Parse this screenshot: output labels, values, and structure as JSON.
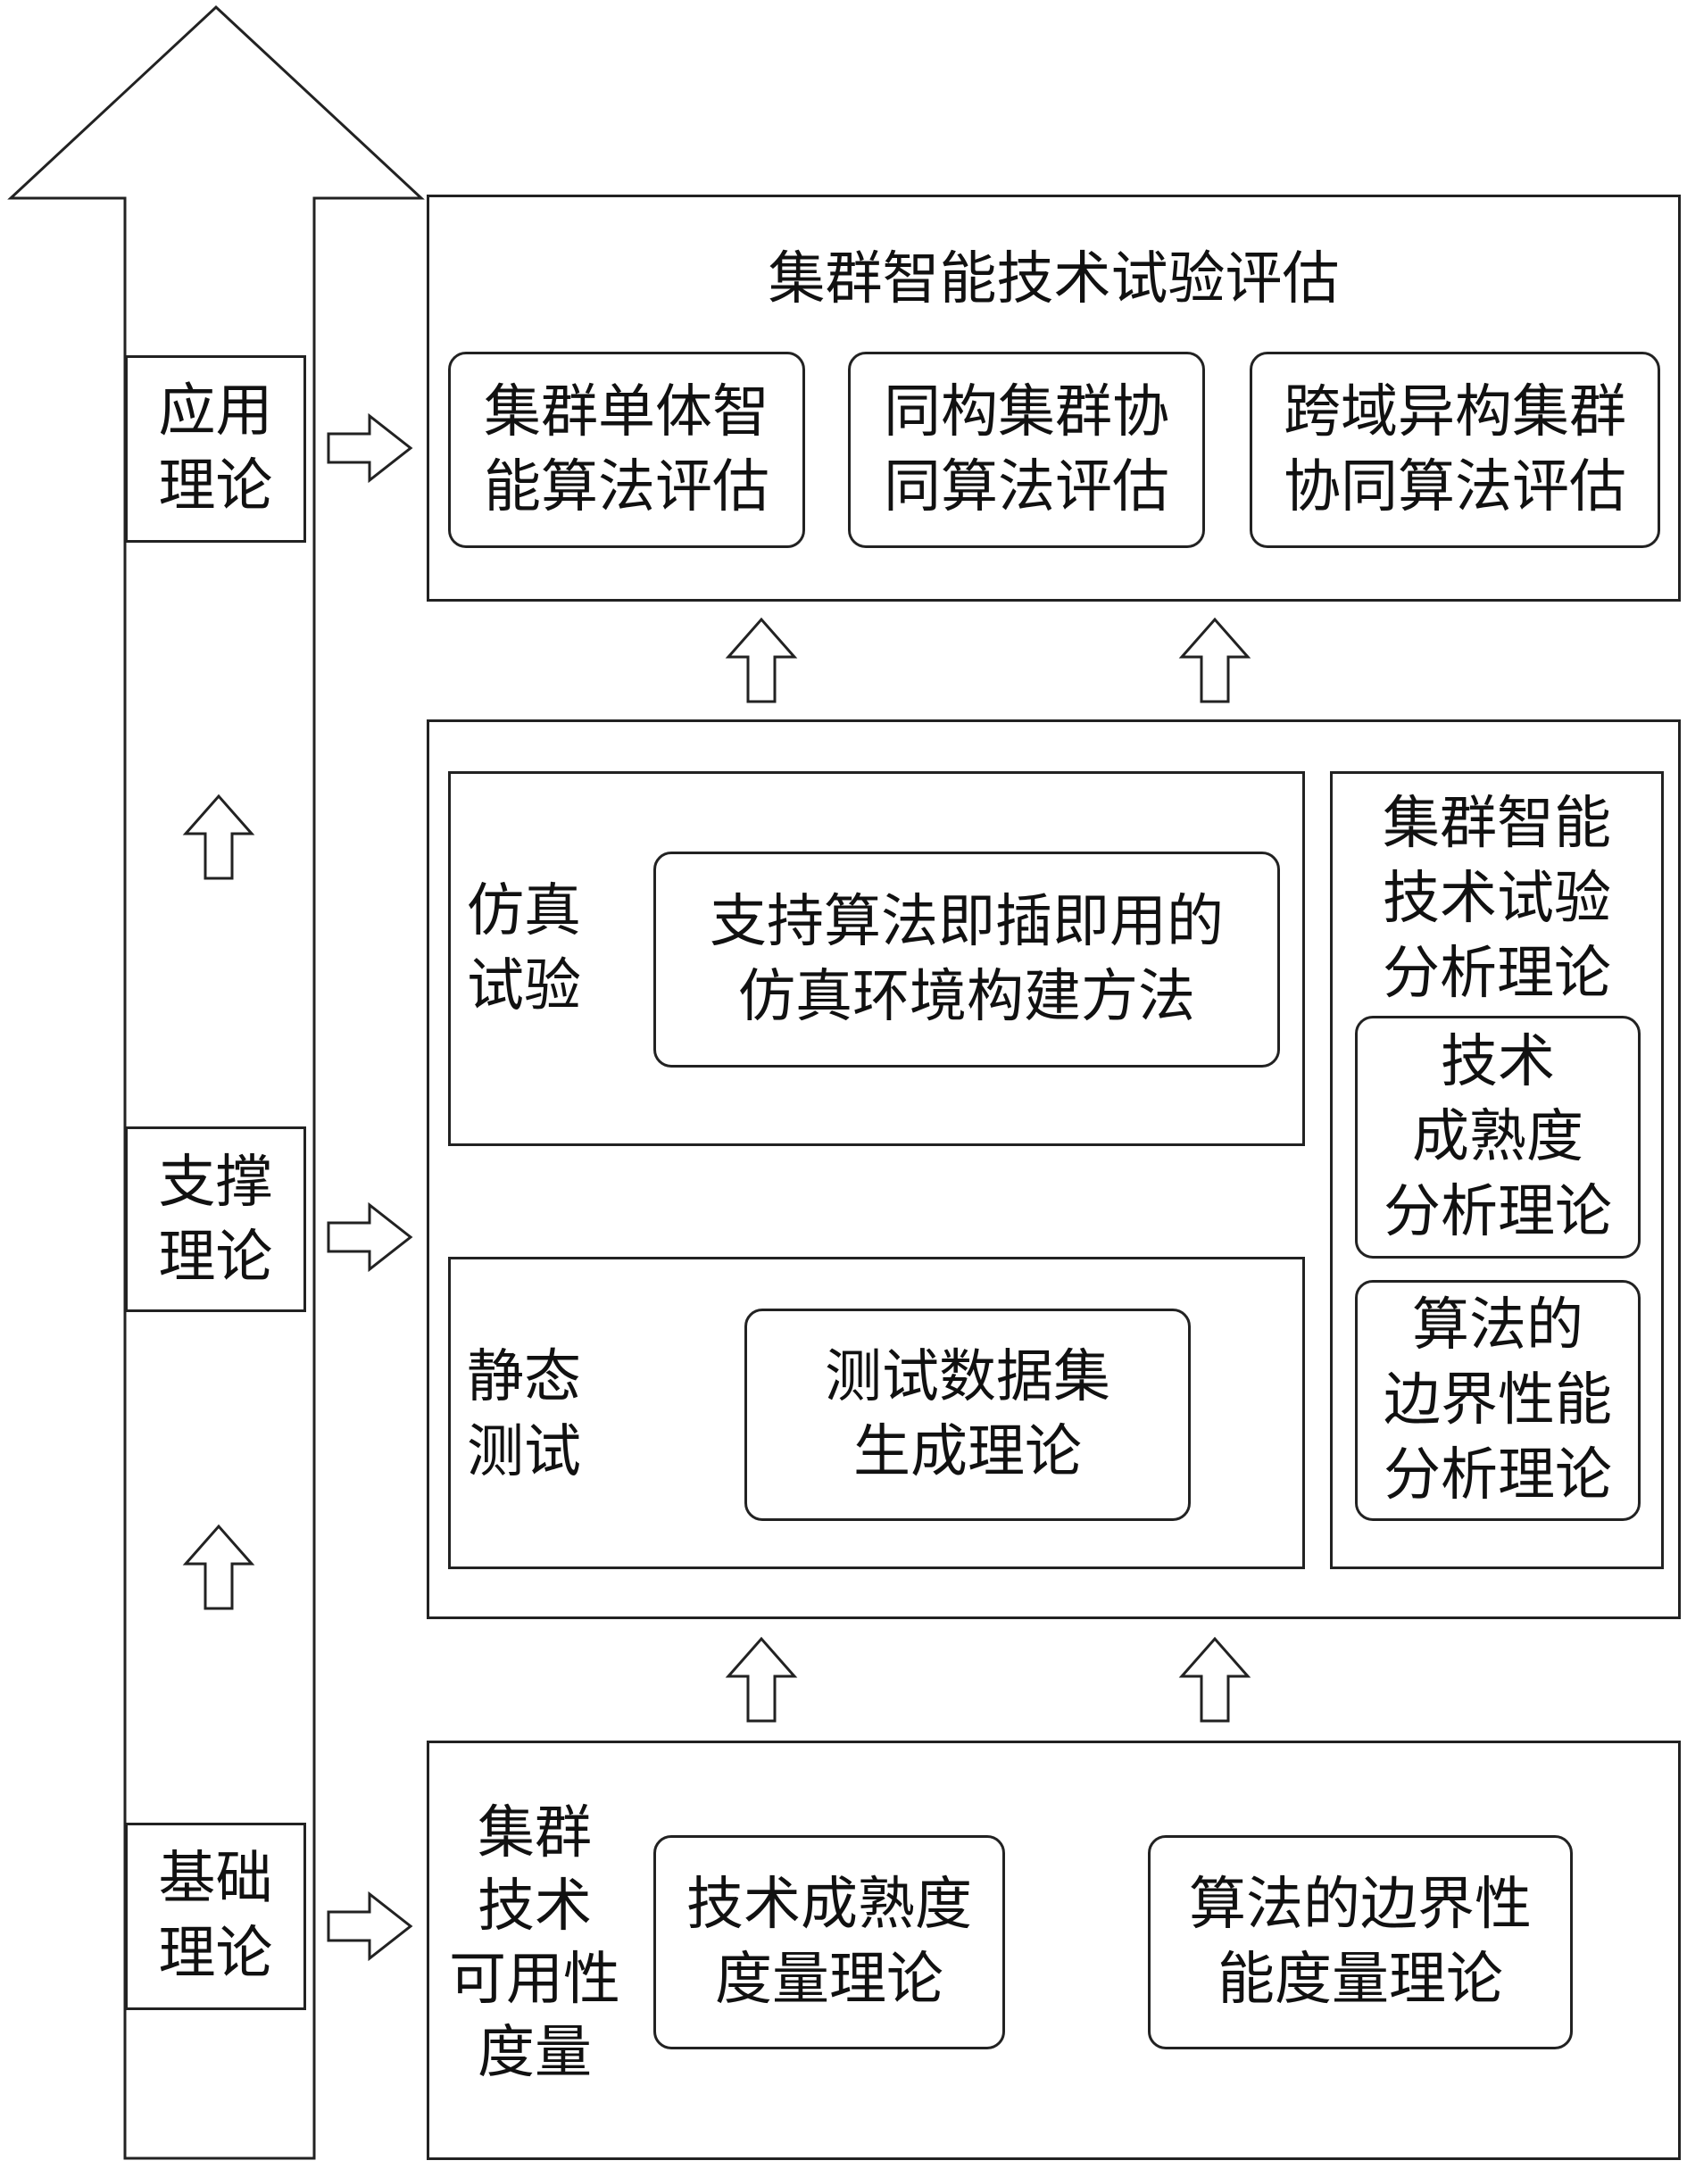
{
  "left_column": {
    "application": [
      "应用",
      "理论"
    ],
    "support": [
      "支撑",
      "理论"
    ],
    "foundation": [
      "基础",
      "理论"
    ]
  },
  "application_layer": {
    "title": "集群智能技术试验评估",
    "items": [
      [
        "集群单体智",
        "能算法评估"
      ],
      [
        "同构集群协",
        "同算法评估"
      ],
      [
        "跨域异构集群",
        "协同算法评估"
      ]
    ]
  },
  "support_layer": {
    "simulation": {
      "label": [
        "仿真",
        "试验"
      ],
      "method": [
        "支持算法即插即用的",
        "仿真环境构建方法"
      ]
    },
    "static": {
      "label": [
        "静态",
        "测试"
      ],
      "method": [
        "测试数据集",
        "生成理论"
      ]
    },
    "analysis": {
      "title": [
        "集群智能",
        "技术试验",
        "分析理论"
      ],
      "maturity": [
        "技术",
        "成熟度",
        "分析理论"
      ],
      "boundary": [
        "算法的",
        "边界性能",
        "分析理论"
      ]
    }
  },
  "foundation_layer": {
    "label": [
      "集群",
      "技术",
      "可用性",
      "度量"
    ],
    "maturity": [
      "技术成熟度",
      "度量理论"
    ],
    "boundary": [
      "算法的边界性",
      "能度量理论"
    ]
  }
}
